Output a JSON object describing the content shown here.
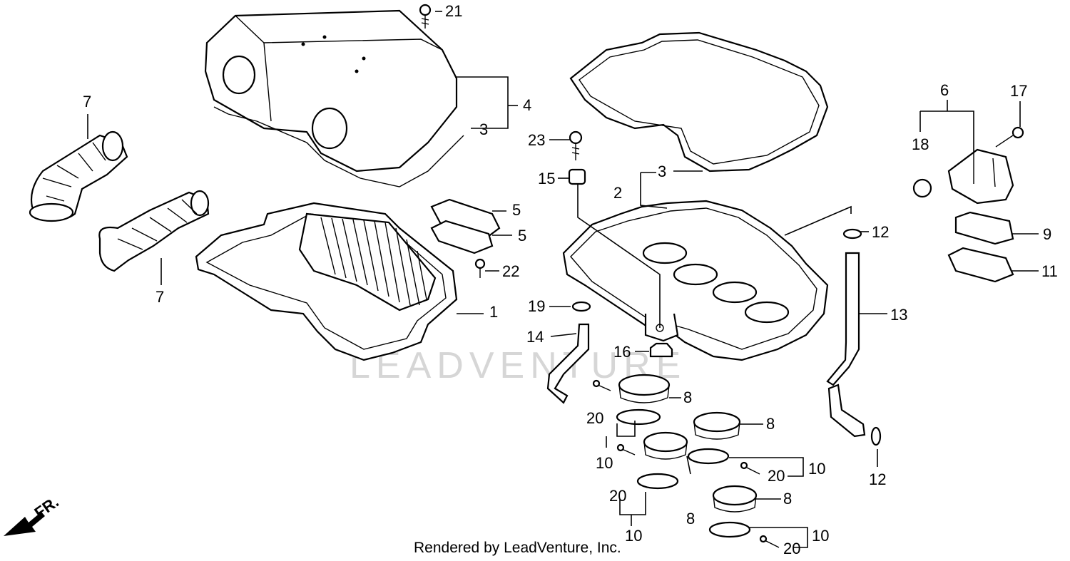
{
  "watermark": "LEADVENTURE",
  "credit": "Rendered by LeadVenture, Inc.",
  "front_marker": "FR.",
  "callouts": [
    "1",
    "2",
    "3",
    "3",
    "4",
    "5",
    "5",
    "6",
    "7",
    "7",
    "8",
    "8",
    "8",
    "8",
    "9",
    "10",
    "10",
    "10",
    "10",
    "11",
    "12",
    "12",
    "13",
    "14",
    "15",
    "16",
    "17",
    "18",
    "19",
    "20",
    "20",
    "20",
    "20",
    "21",
    "22",
    "23"
  ]
}
